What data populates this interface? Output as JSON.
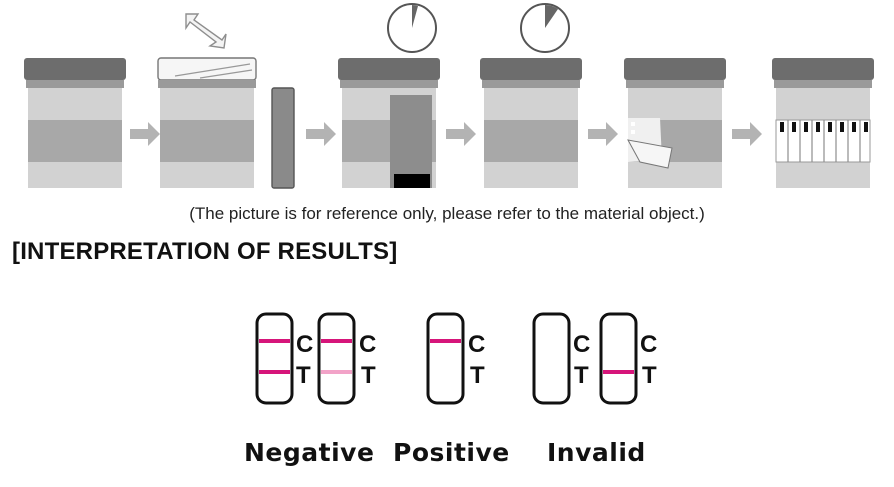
{
  "caption": "(The picture is for reference only, please refer to the material object.)",
  "section_title": "[INTERPRETATION OF RESULTS]",
  "strip_labels": {
    "control": "C",
    "test": "T"
  },
  "results": [
    {
      "label": "Negative"
    },
    {
      "label": "Positive"
    },
    {
      "label": "Invalid"
    }
  ],
  "colors": {
    "line_strong": "#d6157a",
    "line_faint": "#f2a3c8",
    "cup_lid": "#6d6d6d",
    "cup_body": "#cfcfcf",
    "arrow": "#b3b3b3"
  }
}
